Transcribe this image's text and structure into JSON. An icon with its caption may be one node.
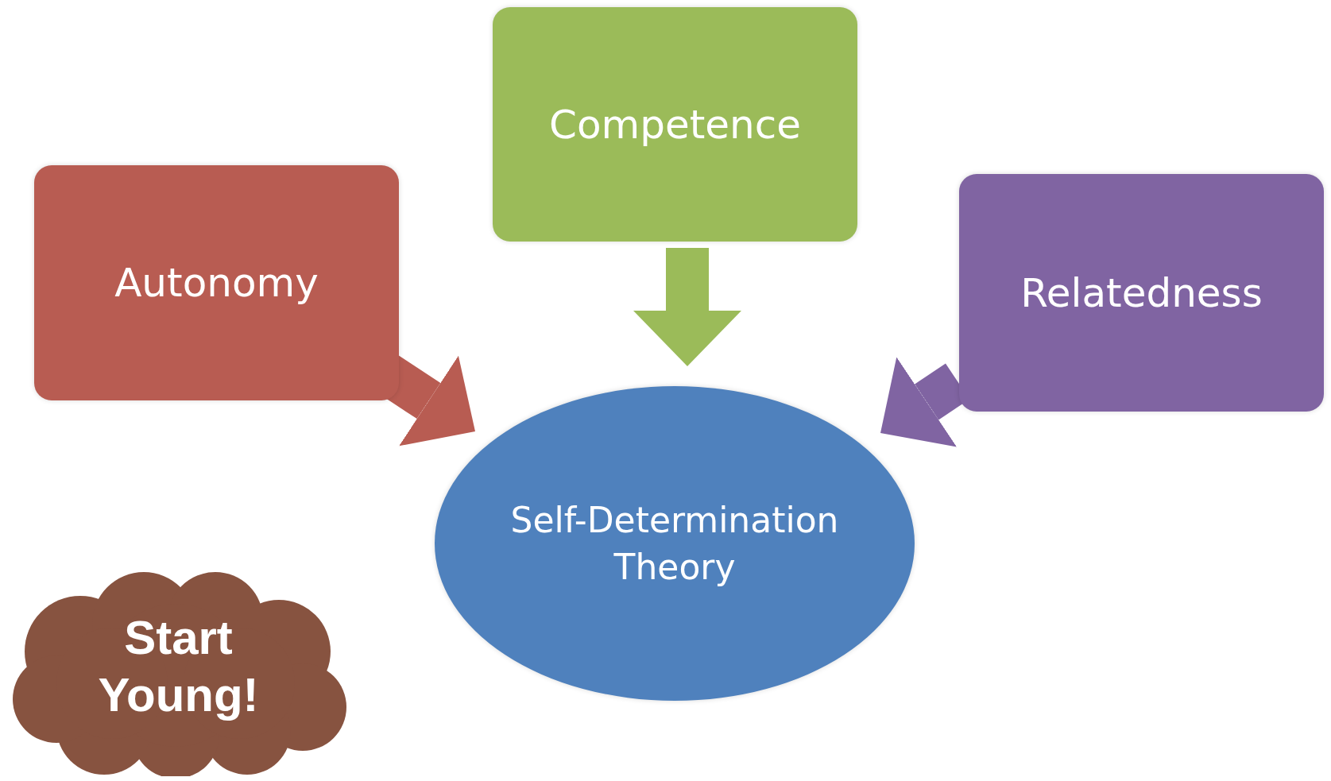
{
  "diagram": {
    "nodes": [
      {
        "text": [
          "Competence"
        ]
      },
      {
        "text": [
          "Autonomy"
        ]
      },
      {
        "text": [
          "Relatedness"
        ]
      },
      {
        "text": [
          "Self-Determination Theory"
        ]
      },
      {
        "text": [
          "Start Young!"
        ]
      }
    ],
    "edges": [
      {
        "from": 1,
        "to": 3,
        "arrow": "to",
        "color": "#b85c52"
      },
      {
        "from": 0,
        "to": 3,
        "arrow": "to",
        "color": "#9bbb59"
      },
      {
        "from": 2,
        "to": 3,
        "arrow": "to",
        "color": "#8064a2"
      }
    ]
  }
}
